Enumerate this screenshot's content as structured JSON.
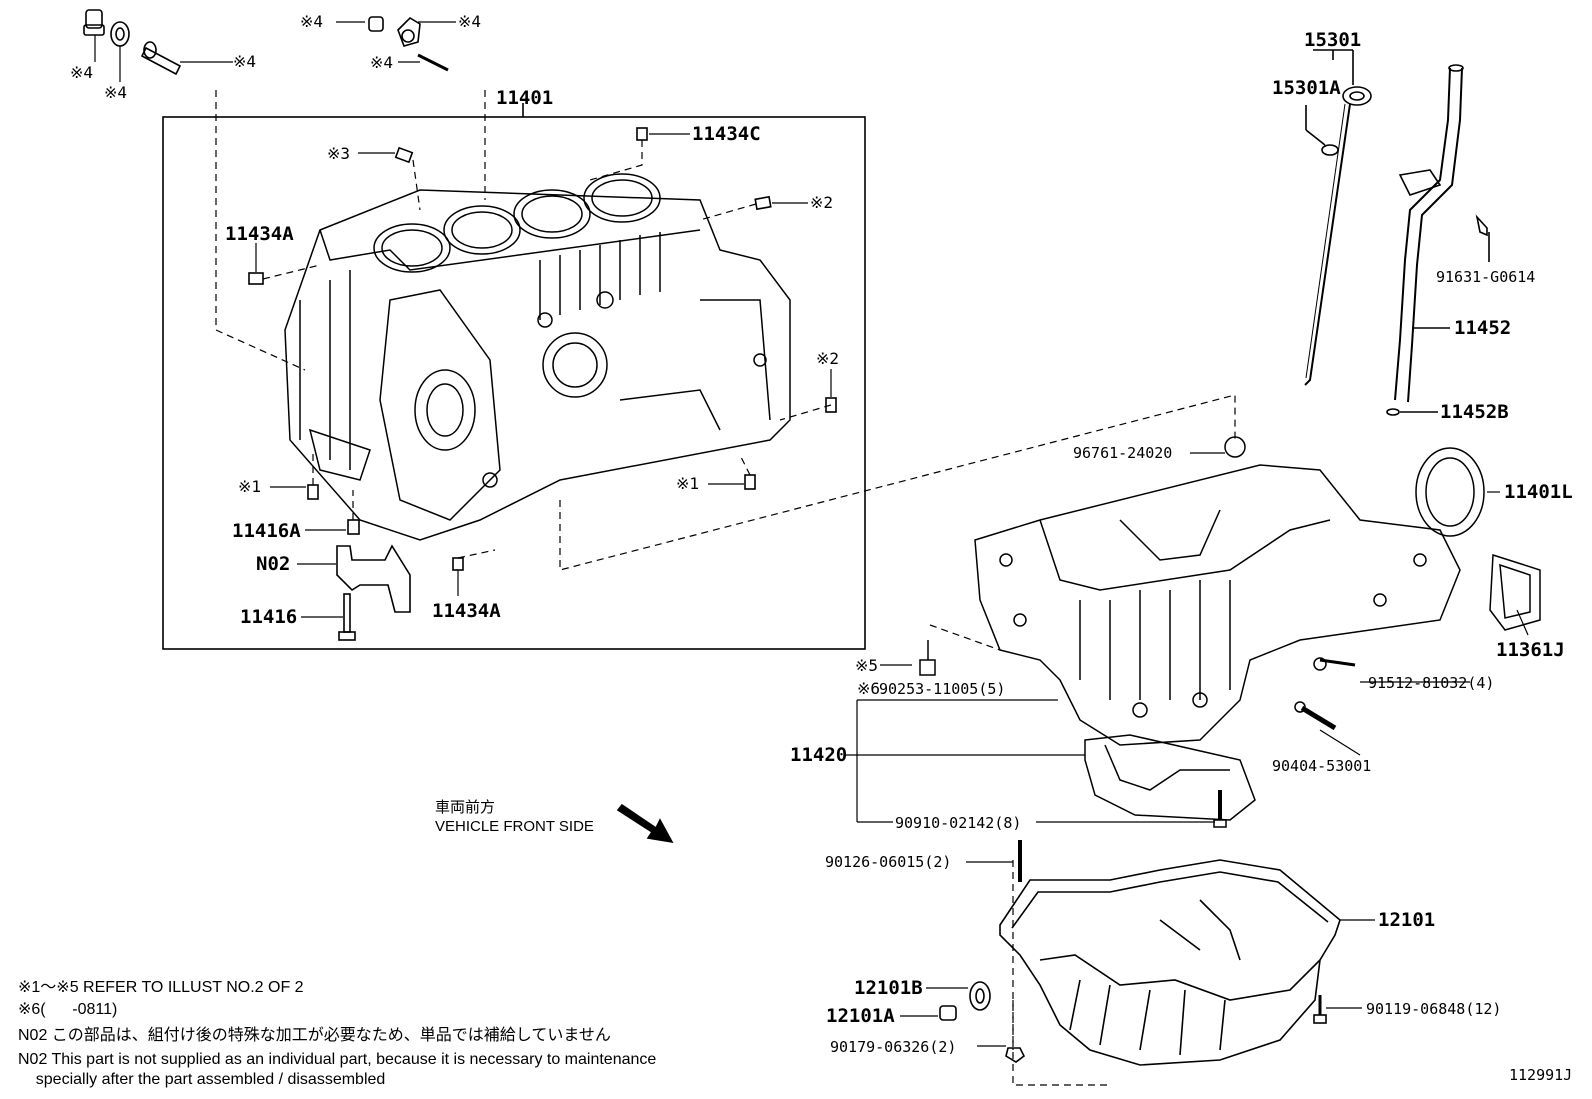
{
  "diagram_number": "112991J",
  "parts": {
    "p15301": "15301",
    "p15301A": "15301A",
    "p11401": "11401",
    "p11434C": "11434C",
    "p11434A_top": "11434A",
    "p11434A_bottom": "11434A",
    "p11416A": "11416A",
    "pN02": "N02",
    "p11416": "11416",
    "p91631": "91631-G0614",
    "p11452": "11452",
    "p11452B": "11452B",
    "p96761": "96761-24020",
    "p11401L": "11401L",
    "p11361J": "11361J",
    "p91512": "91512-81032(4)",
    "p90253": "90253-11005(5)",
    "p11420": "11420",
    "p90404": "90404-53001",
    "p90910": "90910-02142(8)",
    "p90126": "90126-06015(2)",
    "p12101": "12101",
    "p12101B": "12101B",
    "p12101A": "12101A",
    "p90119": "90119-06848(12)",
    "p90179": "90179-06326(2)"
  },
  "refs": {
    "r4a": "※4",
    "r4b": "※4",
    "r4c": "※4",
    "r4d": "※4",
    "r4e": "※4",
    "r4f": "※4",
    "r3": "※3",
    "r2a": "※2",
    "r2b": "※2",
    "r1a": "※1",
    "r1b": "※1",
    "r5": "※5",
    "r6": "※6"
  },
  "front_side": {
    "jp": "車両前方",
    "en": "VEHICLE FRONT SIDE"
  },
  "notes": {
    "line1": "※1～※5 REFER TO ILLUST NO.2 OF 2",
    "line2": "※6(      -0811)",
    "line3": "N02 この部品は、組付け後の特殊な加工が必要なため、単品では補給していません",
    "line4": "N02 This part is not supplied as an individual part, because it is necessary to maintenance",
    "line5": "    specially after the part assembled / disassembled"
  }
}
